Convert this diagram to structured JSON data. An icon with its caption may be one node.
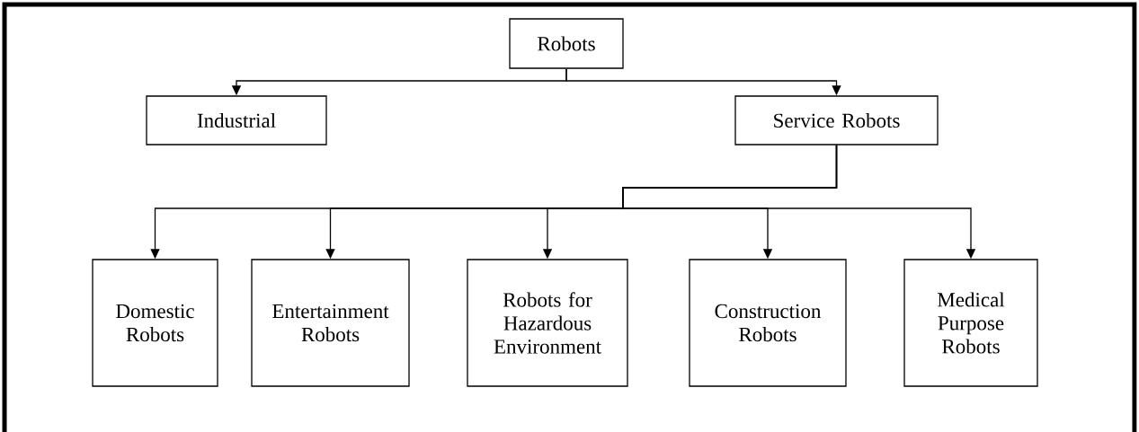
{
  "diagram": {
    "nodes": [
      {
        "text": [
          "Robots"
        ]
      },
      {
        "text": [
          "Industrial"
        ]
      },
      {
        "text": [
          "Service Robots"
        ]
      },
      {
        "text": [
          "Domestic Robots"
        ]
      },
      {
        "text": [
          "Entertainment Robots"
        ]
      },
      {
        "text": [
          "Robots for Hazardous Environment"
        ]
      },
      {
        "text": [
          "Construction Robots"
        ]
      },
      {
        "text": [
          "Medical Purpose Robots"
        ]
      }
    ],
    "edges": [
      {
        "from": 0,
        "to": 1,
        "arrow": "to"
      },
      {
        "from": 0,
        "to": 2,
        "arrow": "to"
      },
      {
        "from": 2,
        "to": 3,
        "arrow": "to"
      },
      {
        "from": 2,
        "to": 4,
        "arrow": "to"
      },
      {
        "from": 2,
        "to": 5,
        "arrow": "to"
      },
      {
        "from": 2,
        "to": 6,
        "arrow": "to"
      },
      {
        "from": 2,
        "to": 7,
        "arrow": "to"
      }
    ]
  }
}
